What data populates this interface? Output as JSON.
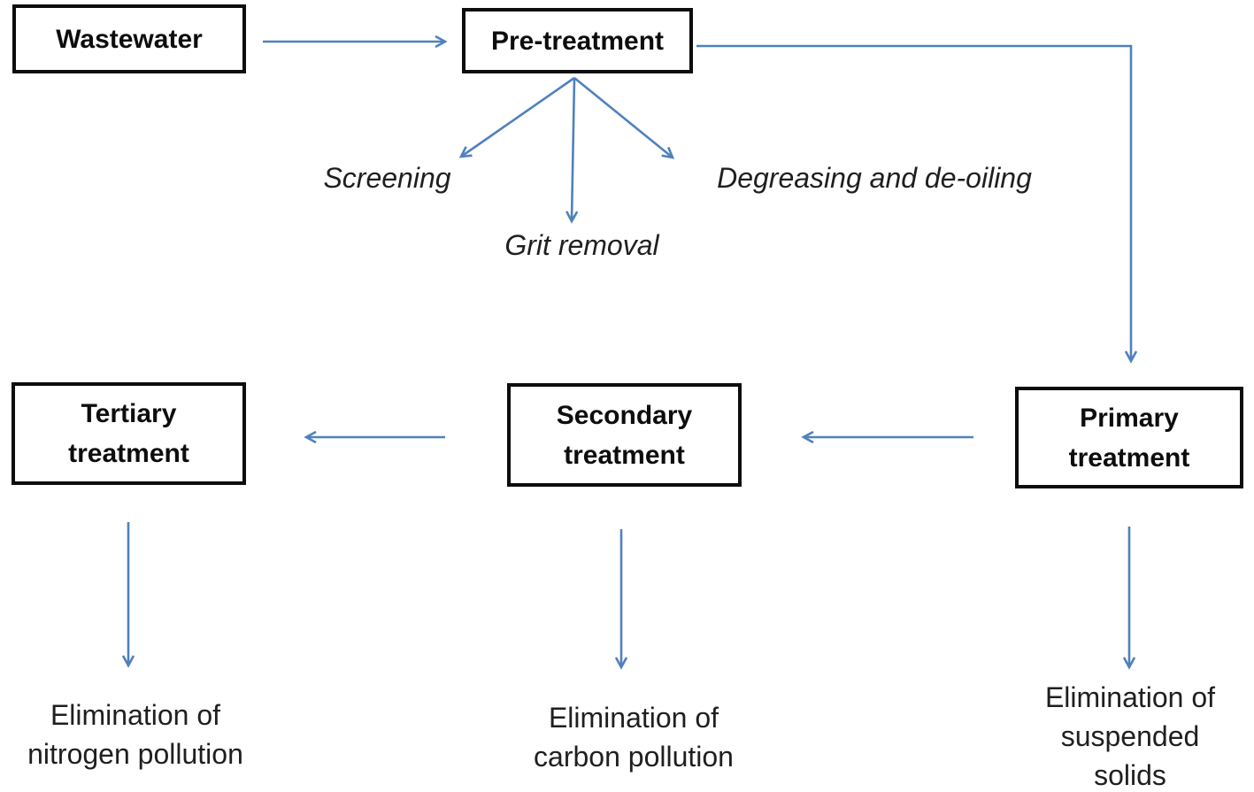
{
  "colors": {
    "arrow": "#4f81bd",
    "box_border": "#0d0d0d",
    "box_text": "#0d0d0d",
    "label_text": "#1f1f1f",
    "background": "#ffffff"
  },
  "diagram": {
    "nodes": {
      "wastewater": "Wastewater",
      "pretreatment": "Pre-treatment",
      "tertiary": "Tertiary\ntreatment",
      "secondary": "Secondary\ntreatment",
      "primary": "Primary\ntreatment"
    },
    "pretreatment_steps": {
      "screening": "Screening",
      "grit_removal": "Grit removal",
      "degreasing": "Degreasing and de-oiling"
    },
    "outcomes": {
      "tertiary": "Elimination of\nnitrogen pollution",
      "secondary": "Elimination of\ncarbon pollution",
      "primary": "Elimination of\nsuspended\nsolids"
    },
    "edges": [
      {
        "from": "Wastewater",
        "to": "Pre-treatment"
      },
      {
        "from": "Pre-treatment",
        "to": "Screening"
      },
      {
        "from": "Pre-treatment",
        "to": "Grit removal"
      },
      {
        "from": "Pre-treatment",
        "to": "Degreasing and de-oiling"
      },
      {
        "from": "Pre-treatment",
        "to": "Primary treatment"
      },
      {
        "from": "Primary treatment",
        "to": "Secondary treatment"
      },
      {
        "from": "Secondary treatment",
        "to": "Tertiary treatment"
      },
      {
        "from": "Primary treatment",
        "to": "Elimination of suspended solids"
      },
      {
        "from": "Secondary treatment",
        "to": "Elimination of carbon pollution"
      },
      {
        "from": "Tertiary treatment",
        "to": "Elimination of nitrogen pollution"
      }
    ]
  }
}
